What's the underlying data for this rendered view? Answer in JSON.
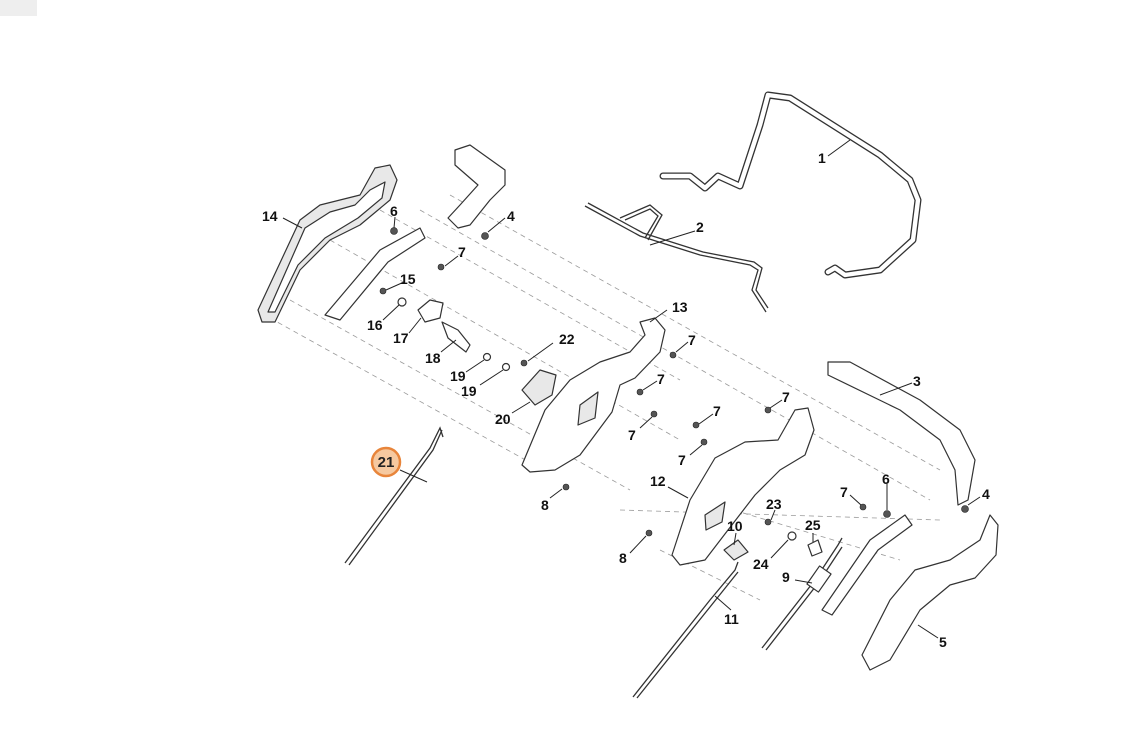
{
  "labels": [
    "1",
    "2",
    "3",
    "4",
    "4",
    "5",
    "6",
    "6",
    "7",
    "7",
    "7",
    "7",
    "7",
    "7",
    "7",
    "7",
    "8",
    "8",
    "9",
    "10",
    "11",
    "12",
    "13",
    "14",
    "15",
    "16",
    "17",
    "18",
    "19",
    "19",
    "20",
    "22",
    "23",
    "24",
    "25"
  ],
  "highlight": {
    "label": "21",
    "color": "#e8853b"
  }
}
